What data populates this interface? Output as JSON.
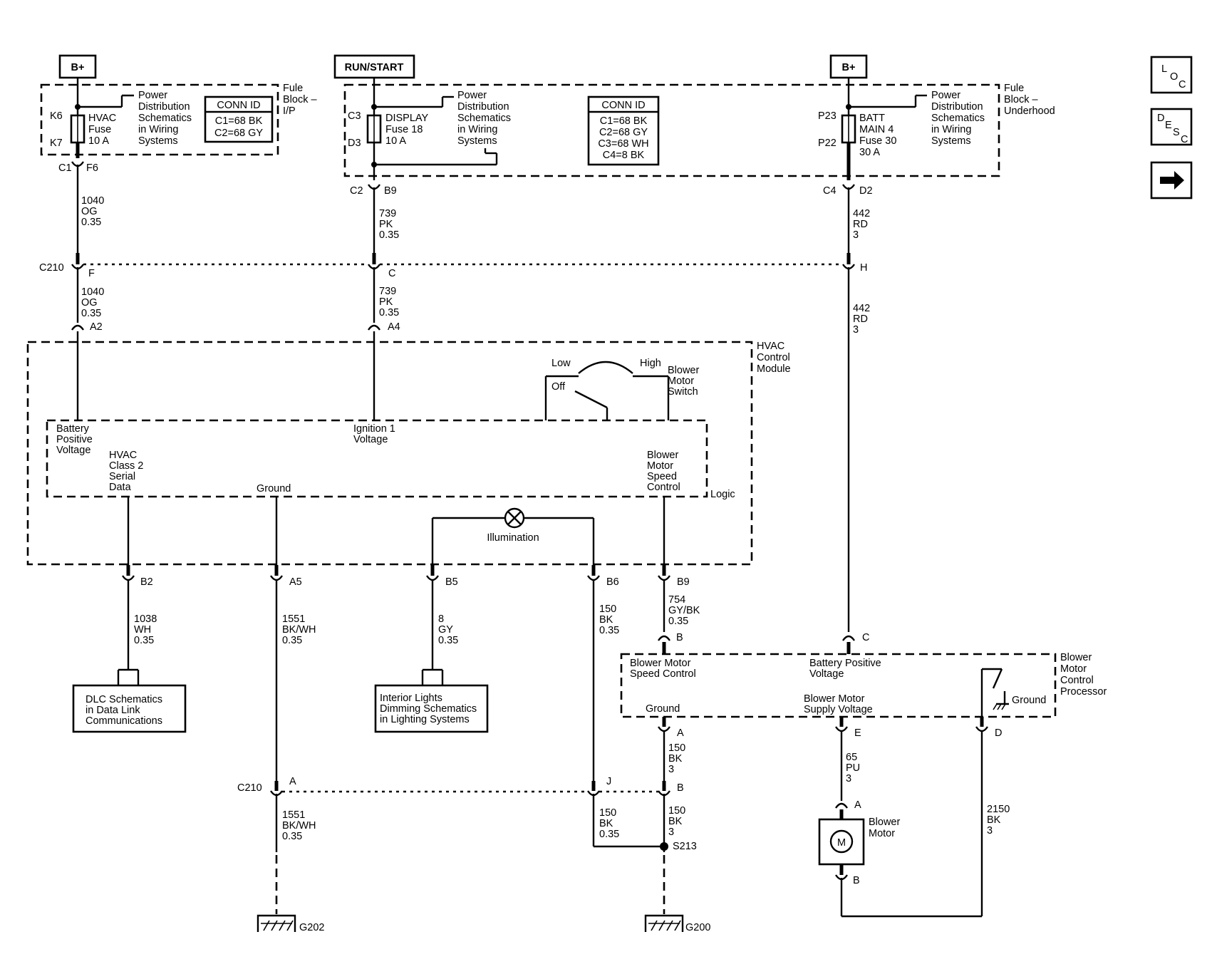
{
  "power_sources": {
    "left_bplus": "B+",
    "run_start": "RUN/START",
    "right_bplus": "B+"
  },
  "fuse_block_ip": {
    "title": [
      "Fule",
      "Block –",
      "I/P"
    ],
    "cavity_top": "K6",
    "cavity_bottom": "K7",
    "fuse_label": [
      "HVAC",
      "Fuse",
      "10 A"
    ],
    "power_ref": [
      "Power",
      "Distribution",
      "Schematics",
      "in Wiring",
      "Systems"
    ],
    "conn_id_title": "CONN ID",
    "conn_id_lines": [
      "C1=68 BK",
      "C2=68 GY"
    ]
  },
  "fuse_block_underhood": {
    "title": [
      "Fule",
      "Block –",
      "Underhood"
    ],
    "display_cavity_top": "C3",
    "display_cavity_bottom": "D3",
    "display_fuse_label": [
      "DISPLAY",
      "Fuse 18",
      "10 A"
    ],
    "display_power_ref": [
      "Power",
      "Distribution",
      "Schematics",
      "in Wiring",
      "Systems"
    ],
    "conn_id_title": "CONN ID",
    "conn_id_lines": [
      "C1=68 BK",
      "C2=68 GY",
      "C3=68 WH",
      "C4=8 BK"
    ],
    "batt_cavity_top": "P23",
    "batt_cavity_bottom": "P22",
    "batt_fuse_label": [
      "BATT",
      "MAIN 4",
      "Fuse 30",
      "30 A"
    ],
    "batt_power_ref": [
      "Power",
      "Distribution",
      "Schematics",
      "in Wiring",
      "Systems"
    ]
  },
  "connectors": {
    "c1": "C1",
    "f6": "F6",
    "c2": "C2",
    "b9_top": "B9",
    "c4": "C4",
    "d2": "D2",
    "c210_top": "C210",
    "c210_f": "F",
    "c210_c": "C",
    "c210_h": "H",
    "a2": "A2",
    "a4": "A4",
    "b2": "B2",
    "a5": "A5",
    "b5": "B5",
    "b6": "B6",
    "b9": "B9",
    "bmcp_b": "B",
    "bmcp_c": "C",
    "bmcp_a": "A",
    "bmcp_e": "E",
    "bmcp_d": "D",
    "c210_bottom": "C210",
    "c210_a": "A",
    "c210_j": "J",
    "c210_b": "B",
    "motor_a": "A",
    "motor_b": "B",
    "s213": "S213",
    "g202": "G202",
    "g200": "G200"
  },
  "wires": {
    "w1040_top": [
      "1040",
      "OG",
      "0.35"
    ],
    "w739_top": [
      "739",
      "PK",
      "0.35"
    ],
    "w442_top": [
      "442",
      "RD",
      "3"
    ],
    "w1040_mid": [
      "1040",
      "OG",
      "0.35"
    ],
    "w739_mid": [
      "739",
      "PK",
      "0.35"
    ],
    "w442_long": [
      "442",
      "RD",
      "3"
    ],
    "w1038": [
      "1038",
      "WH",
      "0.35"
    ],
    "w1551_top": [
      "1551",
      "BK/WH",
      "0.35"
    ],
    "w8": [
      "8",
      "GY",
      "0.35"
    ],
    "w150_b6": [
      "150",
      "BK",
      "0.35"
    ],
    "w754": [
      "754",
      "GY/BK",
      "0.35"
    ],
    "w150_a": [
      "150",
      "BK",
      "3"
    ],
    "w65": [
      "65",
      "PU",
      "3"
    ],
    "w1551_bottom": [
      "1551",
      "BK/WH",
      "0.35"
    ],
    "w150_j": [
      "150",
      "BK",
      "0.35"
    ],
    "w150_b": [
      "150",
      "BK",
      "3"
    ],
    "w2150": [
      "2150",
      "BK",
      "3"
    ]
  },
  "hvac_module": {
    "title": [
      "HVAC",
      "Control",
      "Module"
    ],
    "logic_label": "Logic",
    "battery_positive": [
      "Battery",
      "Positive",
      "Voltage"
    ],
    "ignition": [
      "Ignition 1",
      "Voltage"
    ],
    "class2": [
      "HVAC",
      "Class 2",
      "Serial",
      "Data"
    ],
    "ground": "Ground",
    "blower_speed": [
      "Blower",
      "Motor",
      "Speed",
      "Control"
    ],
    "switch_low": "Low",
    "switch_high": "High",
    "switch_off": "Off",
    "switch_title": [
      "Blower",
      "Motor",
      "Switch"
    ],
    "illumination": "Illumination"
  },
  "blower_processor": {
    "title": [
      "Blower",
      "Motor",
      "Control",
      "Processor"
    ],
    "speed_control": [
      "Blower Motor",
      "Speed Control"
    ],
    "battery_positive": [
      "Battery Positive",
      "Voltage"
    ],
    "ground": "Ground",
    "supply": [
      "Blower Motor",
      "Supply Voltage"
    ],
    "ground_right": "Ground"
  },
  "references": {
    "dlc": [
      "DLC Schematics",
      "in Data Link",
      "Communications"
    ],
    "interior": [
      "Interior Lights",
      "Dimming Schematics",
      "in Lighting Systems"
    ]
  },
  "blower_motor": {
    "label": [
      "Blower",
      "Motor"
    ],
    "symbol": "M"
  },
  "nav_buttons": {
    "loc": [
      "L",
      "O",
      "C"
    ],
    "desc": [
      "D",
      "E",
      "S",
      "C"
    ],
    "next_icon": "right-arrow-icon"
  }
}
